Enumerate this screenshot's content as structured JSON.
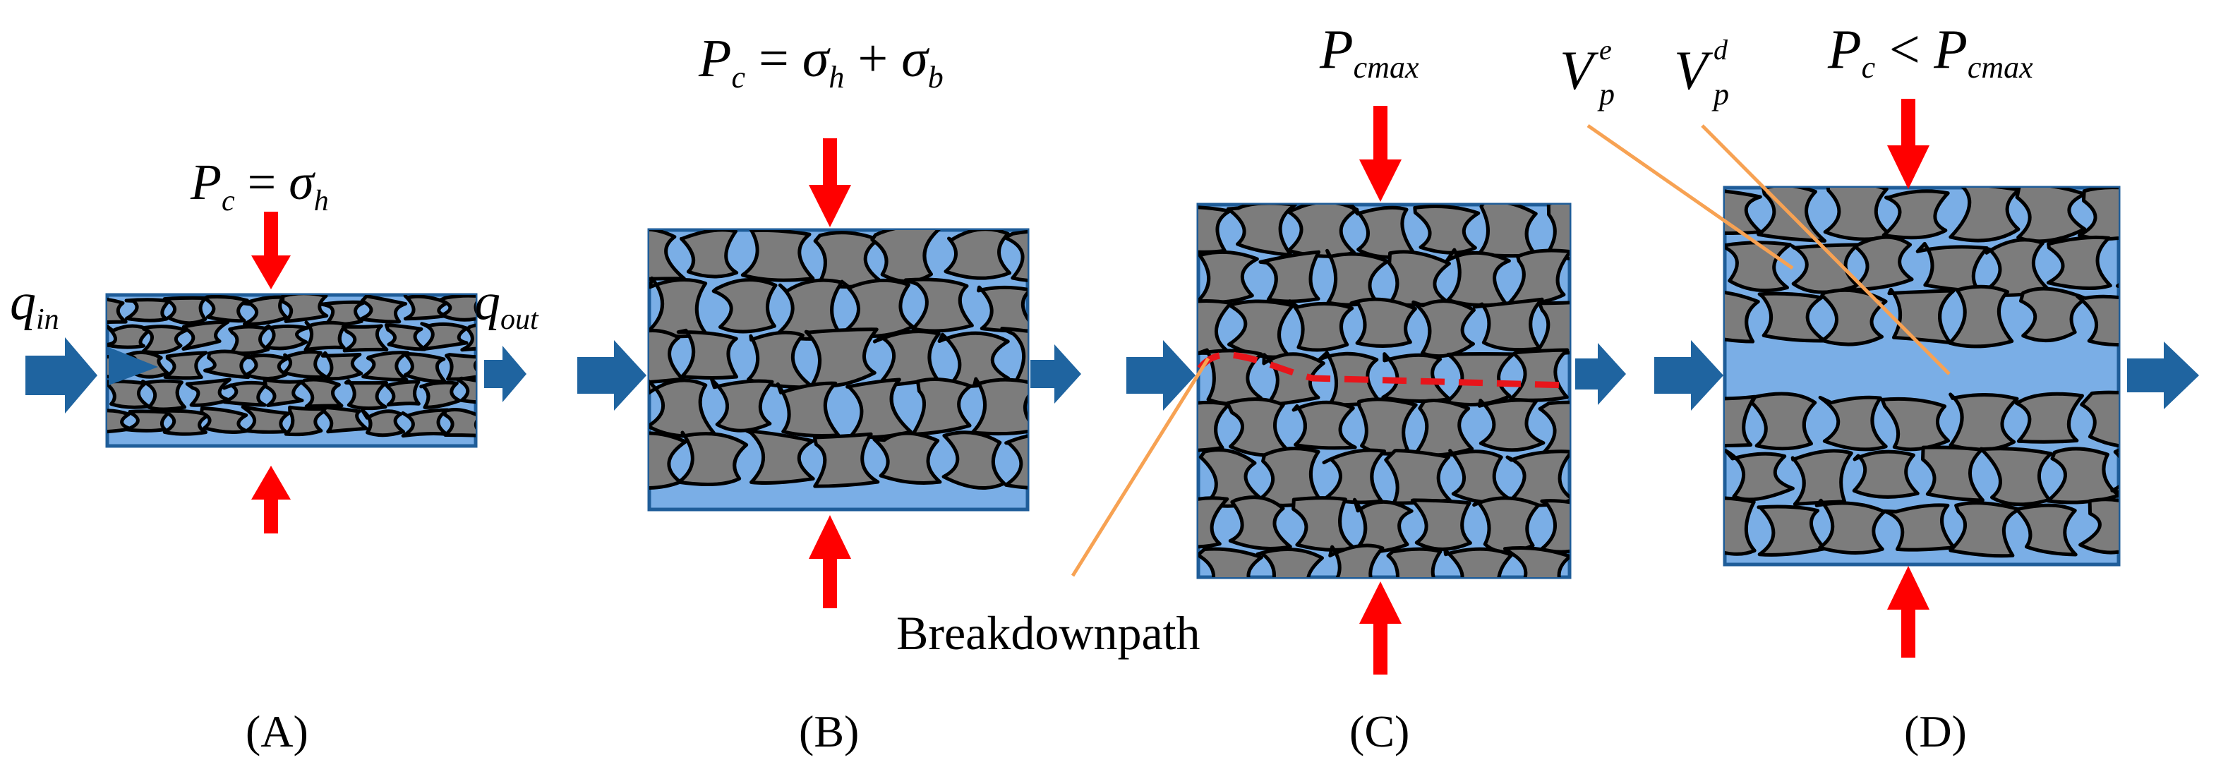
{
  "colors": {
    "fluid": "#7aaee6",
    "panel_border": "#1f5d99",
    "rock": "#7c7c7c",
    "rock_outline": "#000000",
    "flow_arrow": "#1f64a0",
    "load_arrow": "#ff0000",
    "path_dash": "#e8151b",
    "leader_line": "#f7a253",
    "text": "#000000"
  },
  "icons": {
    "flow": "right-arrow-icon",
    "load_down": "down-arrow-icon",
    "load_up": "up-arrow-icon"
  },
  "panels": [
    {
      "id": "A",
      "caption": "(A)",
      "equation": {
        "lhs": "P",
        "lhs_sub": "c",
        "op": " = ",
        "rhs": "σ",
        "rhs_sub": "h"
      },
      "inlet_label": {
        "sym": "q",
        "sub": "in"
      },
      "outlet_label": {
        "sym": "q",
        "sub": "out"
      }
    },
    {
      "id": "B",
      "caption": "(B)",
      "equation": {
        "lhs": "P",
        "lhs_sub": "c",
        "op": " = ",
        "t1": "σ",
        "t1_sub": "h",
        "plus": " + ",
        "t2": "σ",
        "t2_sub": "b"
      }
    },
    {
      "id": "C",
      "caption": "(C)",
      "label": {
        "sym": "P",
        "sub": "cmax"
      },
      "annotation": "Breakdownpath"
    },
    {
      "id": "D",
      "caption": "(D)",
      "equation": {
        "lhs": "P",
        "lhs_sub": "c",
        "op": " < ",
        "rhs": "P",
        "rhs_sub": "cmax"
      },
      "pore_labels": [
        {
          "sym": "V",
          "sub": "p",
          "sup": "e"
        },
        {
          "sym": "V",
          "sub": "p",
          "sup": "d"
        }
      ]
    }
  ]
}
